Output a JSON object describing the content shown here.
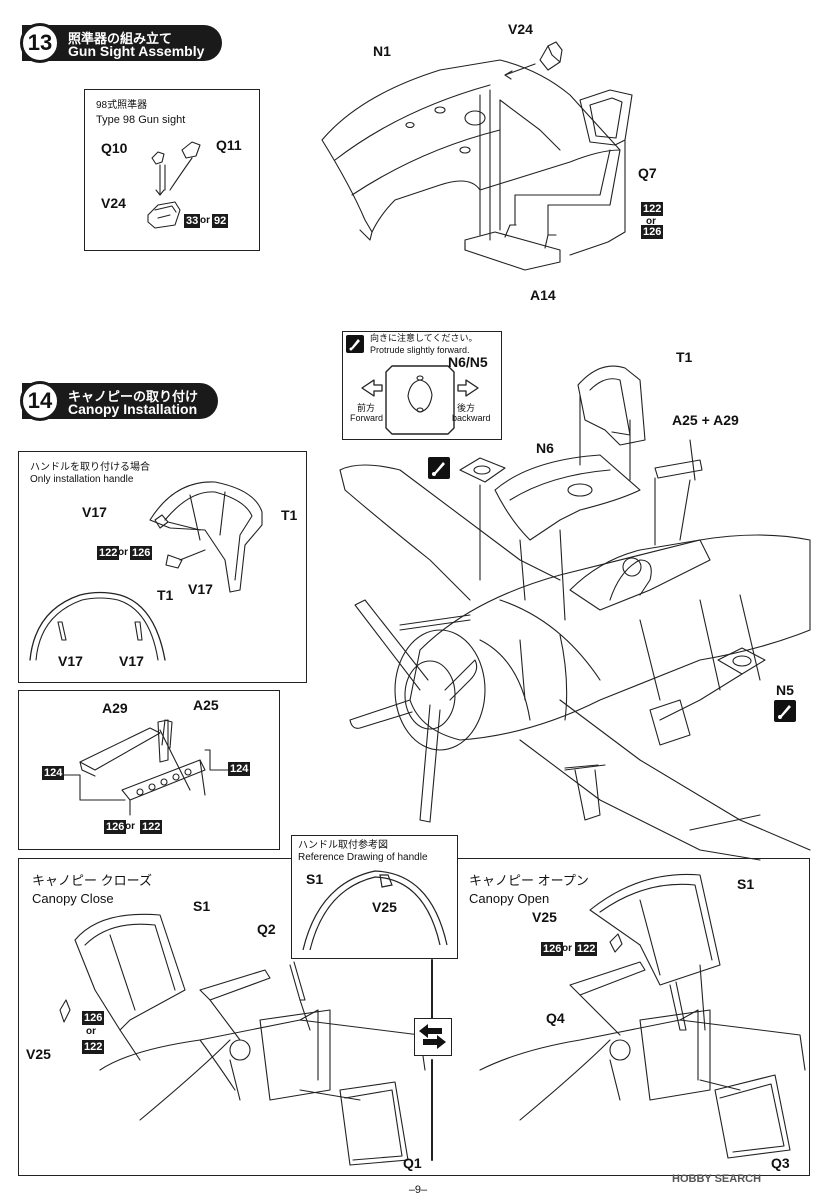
{
  "step13": {
    "number": "13",
    "title_jp": "照準器の組み立て",
    "title_en": "Gun Sight Assembly",
    "inset": {
      "caption_jp": "98式照準器",
      "caption_en": "Type 98 Gun sight",
      "parts": [
        "Q10",
        "Q11",
        "V24"
      ],
      "paint_a": "33",
      "or": "or",
      "paint_b": "92"
    },
    "main_parts": [
      "N1",
      "V24",
      "Q7",
      "A14"
    ],
    "paint_a": "122",
    "or": "or",
    "paint_b": "126"
  },
  "step14": {
    "number": "14",
    "title_jp": "キャノピーの取り付け",
    "title_en": "Canopy Installation",
    "note": {
      "text_jp": "向きに注意してください。",
      "text_en": "Protrude slightly forward.",
      "parts": "N6/N5",
      "forward_jp": "前方",
      "forward_en": "Forward",
      "backward_jp": "後方",
      "backward_en": "backward"
    },
    "handle_box": {
      "caption_jp": "ハンドルを取り付ける場合",
      "caption_en": "Only installation handle",
      "parts": [
        "V17",
        "T1",
        "V17",
        "T1",
        "V17",
        "V17"
      ],
      "paint_a": "122",
      "or": "or",
      "paint_b": "126"
    },
    "frame_box": {
      "parts": [
        "A29",
        "A25"
      ],
      "paint_left": "124",
      "paint_right": "124",
      "paint_a": "126",
      "or": "or",
      "paint_b": "122"
    },
    "main_parts": [
      "T1",
      "A25 + A29",
      "N6",
      "N5"
    ],
    "reference": {
      "caption_jp": "ハンドル取付参考図",
      "caption_en": "Reference Drawing of handle",
      "parts": [
        "S1",
        "V25"
      ]
    },
    "close": {
      "title_jp": "キャノピー クローズ",
      "title_en": "Canopy Close",
      "parts": [
        "S1",
        "Q2",
        "V25",
        "Q1"
      ],
      "paint_a": "126",
      "or": "or",
      "paint_b": "122"
    },
    "open": {
      "title_jp": "キャノピー オープン",
      "title_en": "Canopy Open",
      "parts": [
        "S1",
        "V25",
        "Q4",
        "Q3"
      ],
      "paint_a": "126",
      "or": "or",
      "paint_b": "122"
    }
  },
  "footer": {
    "page": "–9–",
    "watermark": "HOBBY SEARCH"
  }
}
